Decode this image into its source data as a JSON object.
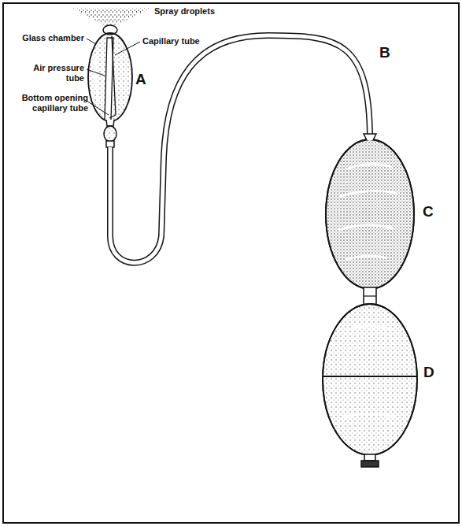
{
  "diagram": {
    "labels": [
      "Spray droplets",
      "Glass chamber",
      "Capillary tube",
      "Air pressure tube",
      "Bottom opening capillary tube",
      "A",
      "B",
      "C",
      "D"
    ]
  }
}
